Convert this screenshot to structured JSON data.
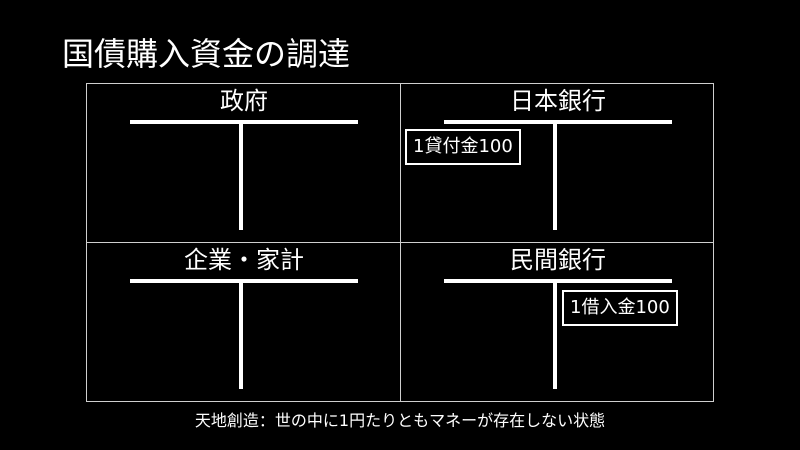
{
  "title": "国債購入資金の調達",
  "accounts": {
    "government": {
      "name": "政府"
    },
    "central_bank": {
      "name": "日本銀行",
      "debit_entry": "1貸付金100"
    },
    "households": {
      "name": "企業・家計"
    },
    "private_bank": {
      "name": "民間銀行",
      "credit_entry": "1借入金100"
    }
  },
  "caption": "天地創造：世の中に1円たりともマネーが存在しない状態"
}
